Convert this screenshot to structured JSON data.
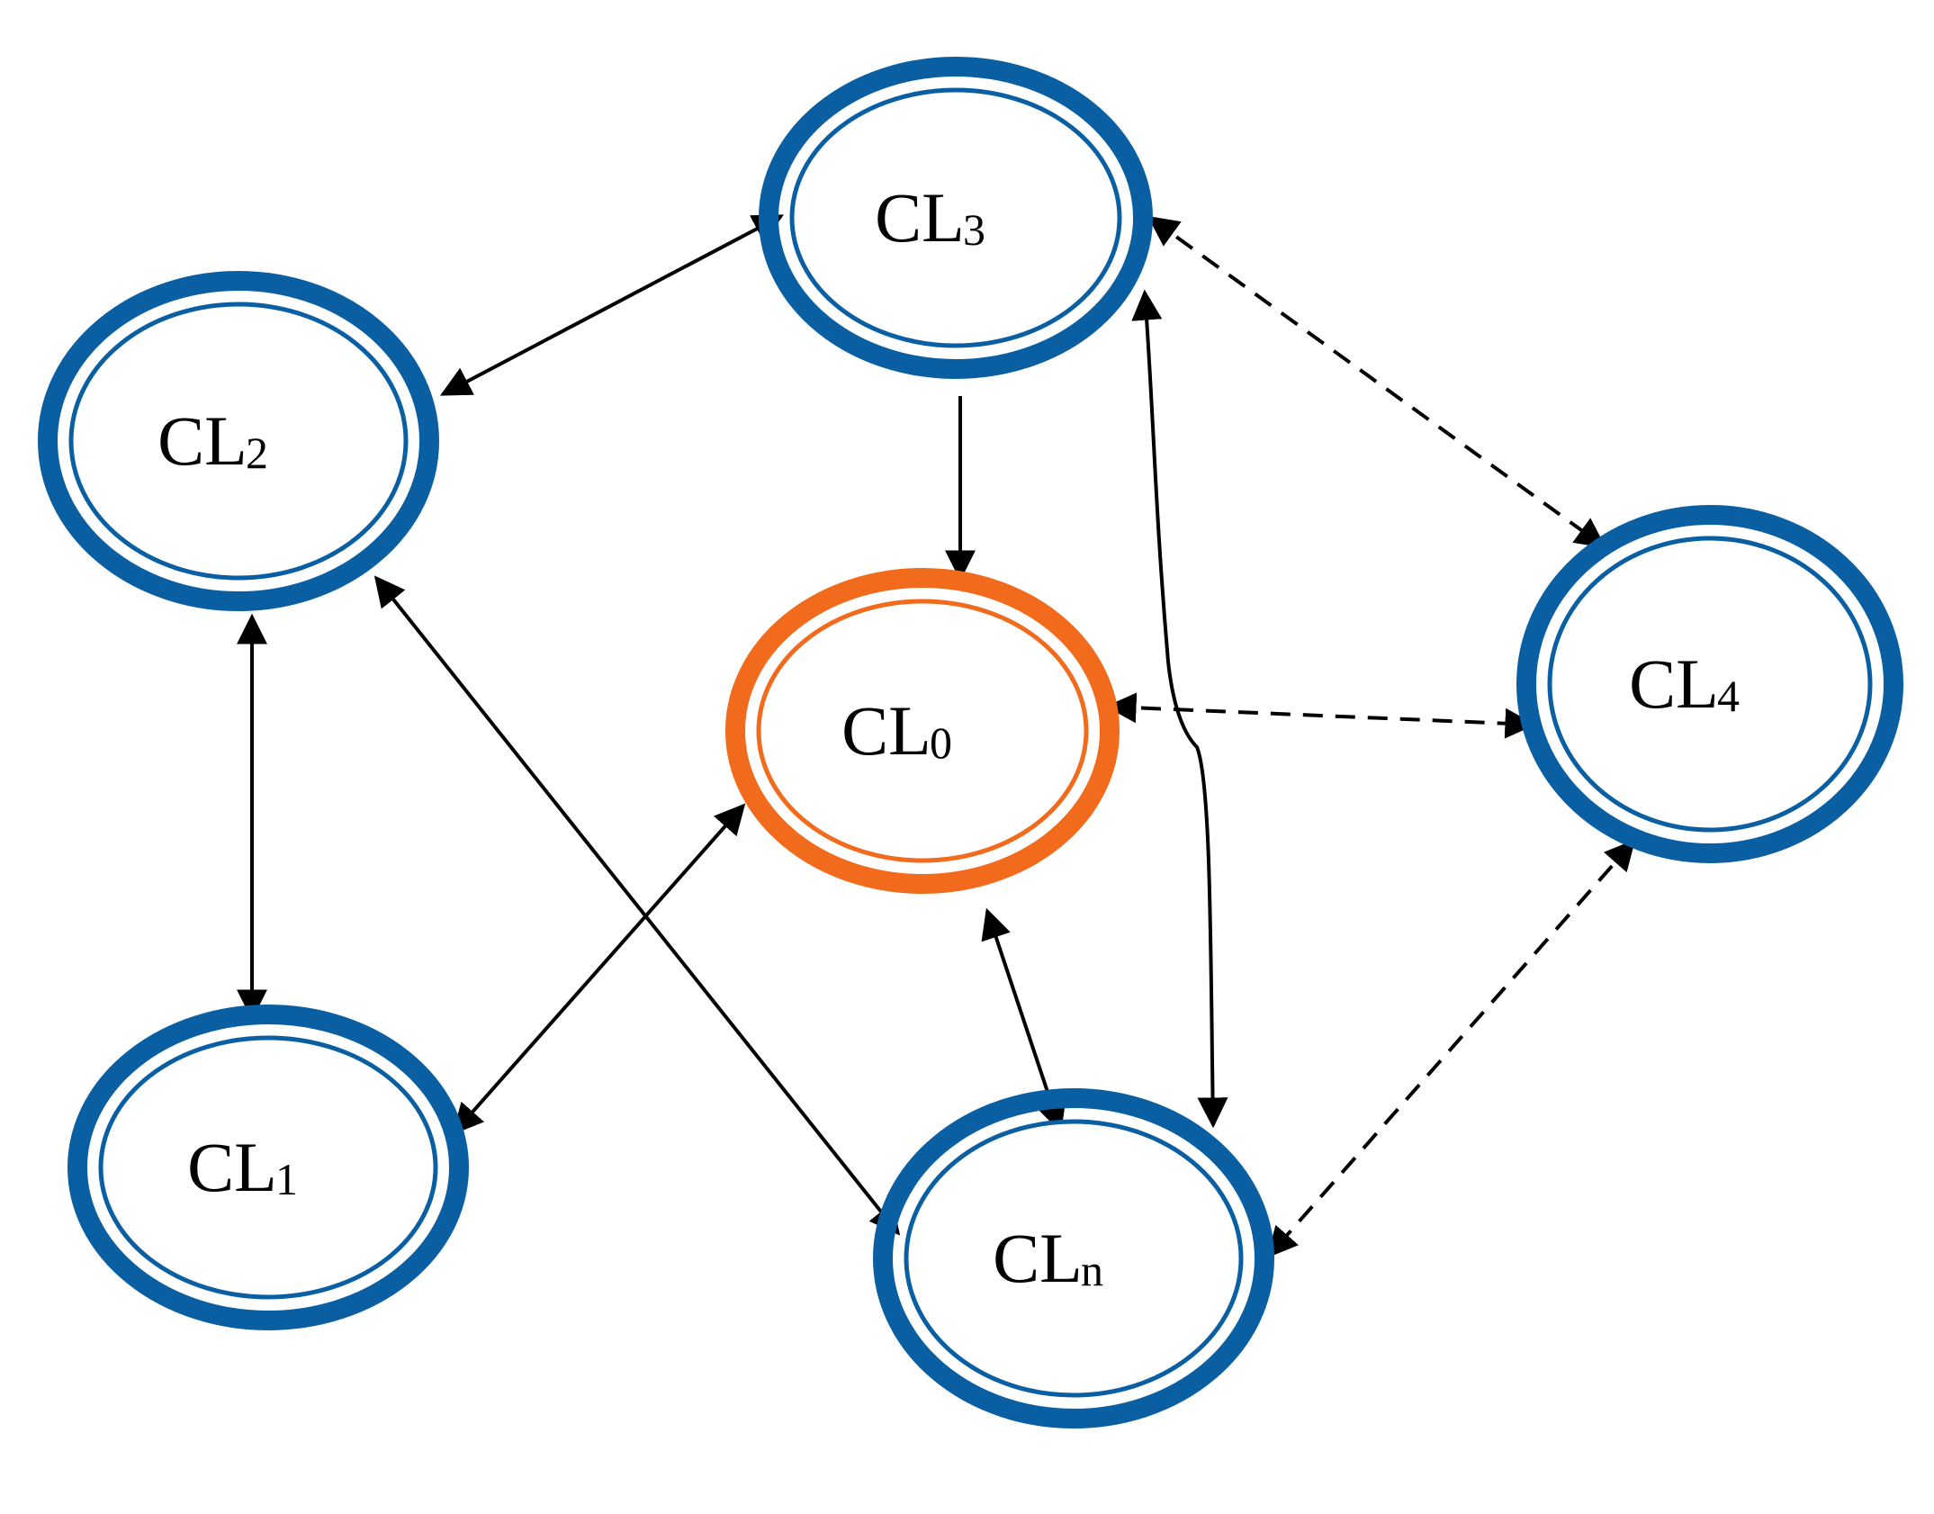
{
  "colors": {
    "primary_node": "#0a5fa3",
    "center_node": "#f26b1d",
    "edge": "#000000",
    "background": "#ffffff"
  },
  "nodes": [
    {
      "id": "CL0",
      "main": "CL",
      "sub": "0",
      "kind": "center"
    },
    {
      "id": "CL1",
      "main": "CL",
      "sub": "1",
      "kind": "primary"
    },
    {
      "id": "CL2",
      "main": "CL",
      "sub": "2",
      "kind": "primary"
    },
    {
      "id": "CL3",
      "main": "CL",
      "sub": "3",
      "kind": "primary"
    },
    {
      "id": "CL4",
      "main": "CL",
      "sub": "4",
      "kind": "primary"
    },
    {
      "id": "CLn",
      "main": "CL",
      "sub": "n",
      "kind": "primary"
    }
  ],
  "edges": [
    {
      "from": "CL2",
      "to": "CL3",
      "style": "solid",
      "direction": "both"
    },
    {
      "from": "CL2",
      "to": "CL1",
      "style": "solid",
      "direction": "both"
    },
    {
      "from": "CL2",
      "to": "CLn",
      "style": "solid",
      "direction": "both"
    },
    {
      "from": "CL3",
      "to": "CL0",
      "style": "solid",
      "direction": "forward"
    },
    {
      "from": "CL3",
      "to": "CLn",
      "style": "solid",
      "direction": "both"
    },
    {
      "from": "CL1",
      "to": "CL0",
      "style": "solid",
      "direction": "both"
    },
    {
      "from": "CL0",
      "to": "CLn",
      "style": "solid",
      "direction": "both"
    },
    {
      "from": "CL3",
      "to": "CL4",
      "style": "dashed",
      "direction": "both"
    },
    {
      "from": "CL0",
      "to": "CL4",
      "style": "dashed",
      "direction": "both"
    },
    {
      "from": "CL4",
      "to": "CLn",
      "style": "dashed",
      "direction": "both"
    }
  ]
}
